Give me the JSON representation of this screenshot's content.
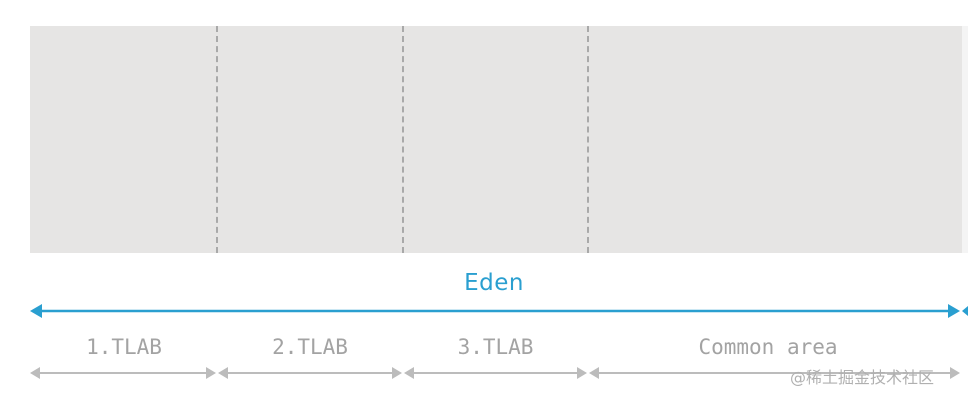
{
  "diagram": {
    "region_label": "Eden",
    "segments": [
      {
        "label": "1.TLAB"
      },
      {
        "label": "2.TLAB"
      },
      {
        "label": "3.TLAB"
      },
      {
        "label": "Common area"
      }
    ],
    "colors": {
      "block_fill": "#e6e5e4",
      "divider": "#a9a9a9",
      "eden_arrow": "#2a9fd0",
      "segment_arrow": "#bcbcbc",
      "segment_text": "#a3a3a3"
    }
  },
  "watermark": "@稀土掘金技术社区"
}
